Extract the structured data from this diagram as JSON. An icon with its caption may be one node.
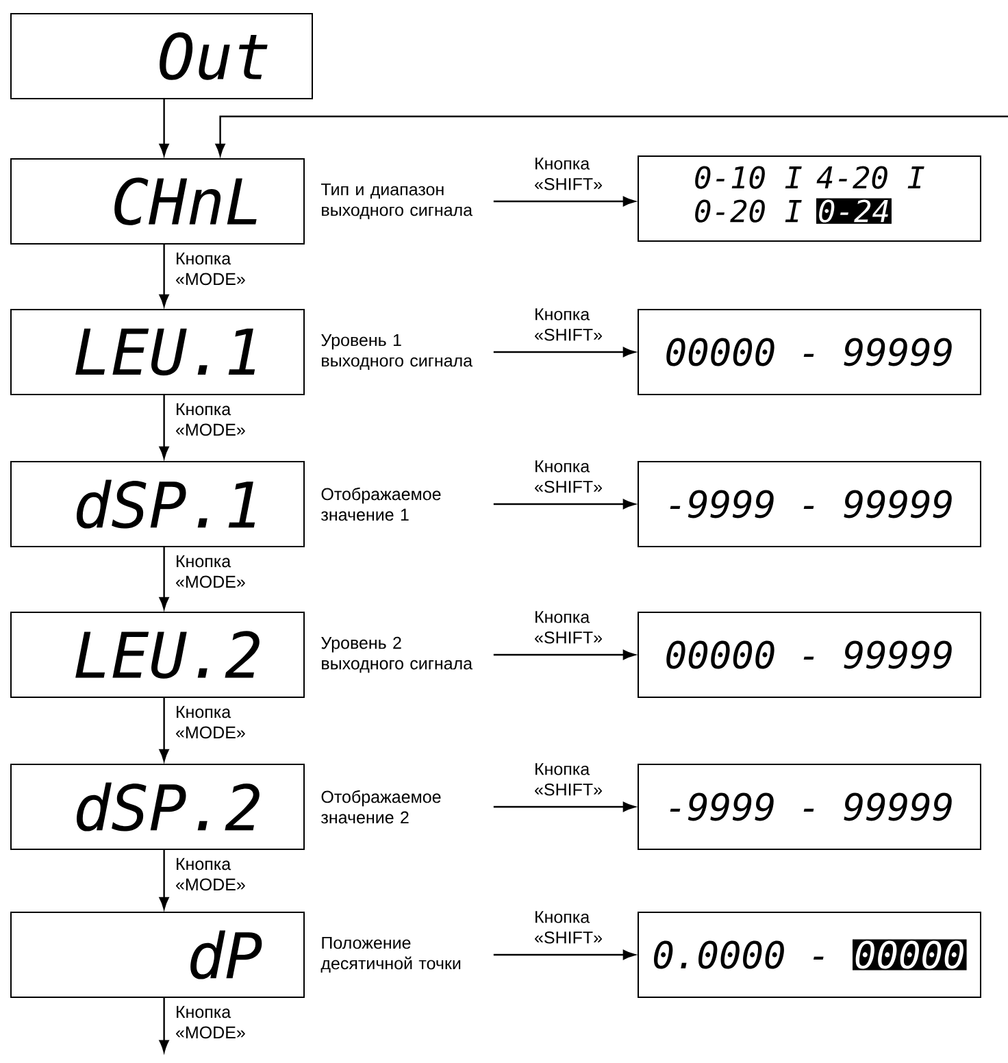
{
  "diagram": {
    "nodes": [
      {
        "text": [
          "Out"
        ]
      },
      {
        "text": [
          "CHnL"
        ],
        "beside": [
          "Тип и диапазон выходного сигнала"
        ]
      },
      {
        "text": [
          "LEU.1"
        ],
        "beside": [
          "Уровень 1 выходного сигнала"
        ]
      },
      {
        "text": [
          "dSP.1"
        ],
        "beside": [
          "Отображаемое значение 1"
        ]
      },
      {
        "text": [
          "LEU.2"
        ],
        "beside": [
          "Уровень 2 выходного сигнала"
        ]
      },
      {
        "text": [
          "dSP.2"
        ],
        "beside": [
          "Отображаемое значение 2"
        ]
      },
      {
        "text": [
          "dP"
        ],
        "beside": [
          "Положение десятичной точки"
        ]
      },
      {
        "text": [
          "0-10 I",
          "4-20 I",
          "0-20 I",
          "0-24"
        ]
      },
      {
        "text": [
          "00000 - 99999"
        ]
      },
      {
        "text": [
          "-9999 - 99999"
        ]
      },
      {
        "text": [
          "00000 - 99999"
        ]
      },
      {
        "text": [
          "-9999 - 99999"
        ]
      },
      {
        "text": [
          "0.0000 -",
          "00000"
        ]
      }
    ],
    "edges": [
      {
        "from": 0,
        "to": 1,
        "arrow": "to"
      },
      {
        "from": null,
        "to": 1,
        "arrow": "to"
      },
      {
        "from": 1,
        "to": 2,
        "arrow": "to",
        "label": "Кнопка «MODE»"
      },
      {
        "from": 2,
        "to": 3,
        "arrow": "to",
        "label": "Кнопка «MODE»"
      },
      {
        "from": 3,
        "to": 4,
        "arrow": "to",
        "label": "Кнопка «MODE»"
      },
      {
        "from": 4,
        "to": 5,
        "arrow": "to",
        "label": "Кнопка «MODE»"
      },
      {
        "from": 5,
        "to": 6,
        "arrow": "to",
        "label": "Кнопка «MODE»"
      },
      {
        "from": 6,
        "to": null,
        "arrow": "to",
        "label": "Кнопка «MODE»"
      },
      {
        "from": 1,
        "to": 7,
        "arrow": "to",
        "label": "Кнопка «SHIFT»"
      },
      {
        "from": 2,
        "to": 8,
        "arrow": "to",
        "label": "Кнопка «SHIFT»"
      },
      {
        "from": 3,
        "to": 9,
        "arrow": "to",
        "label": "Кнопка «SHIFT»"
      },
      {
        "from": 4,
        "to": 10,
        "arrow": "to",
        "label": "Кнопка «SHIFT»"
      },
      {
        "from": 5,
        "to": 11,
        "arrow": "to",
        "label": "Кнопка «SHIFT»"
      },
      {
        "from": 6,
        "to": 12,
        "arrow": "to",
        "label": "Кнопка «SHIFT»"
      }
    ]
  }
}
